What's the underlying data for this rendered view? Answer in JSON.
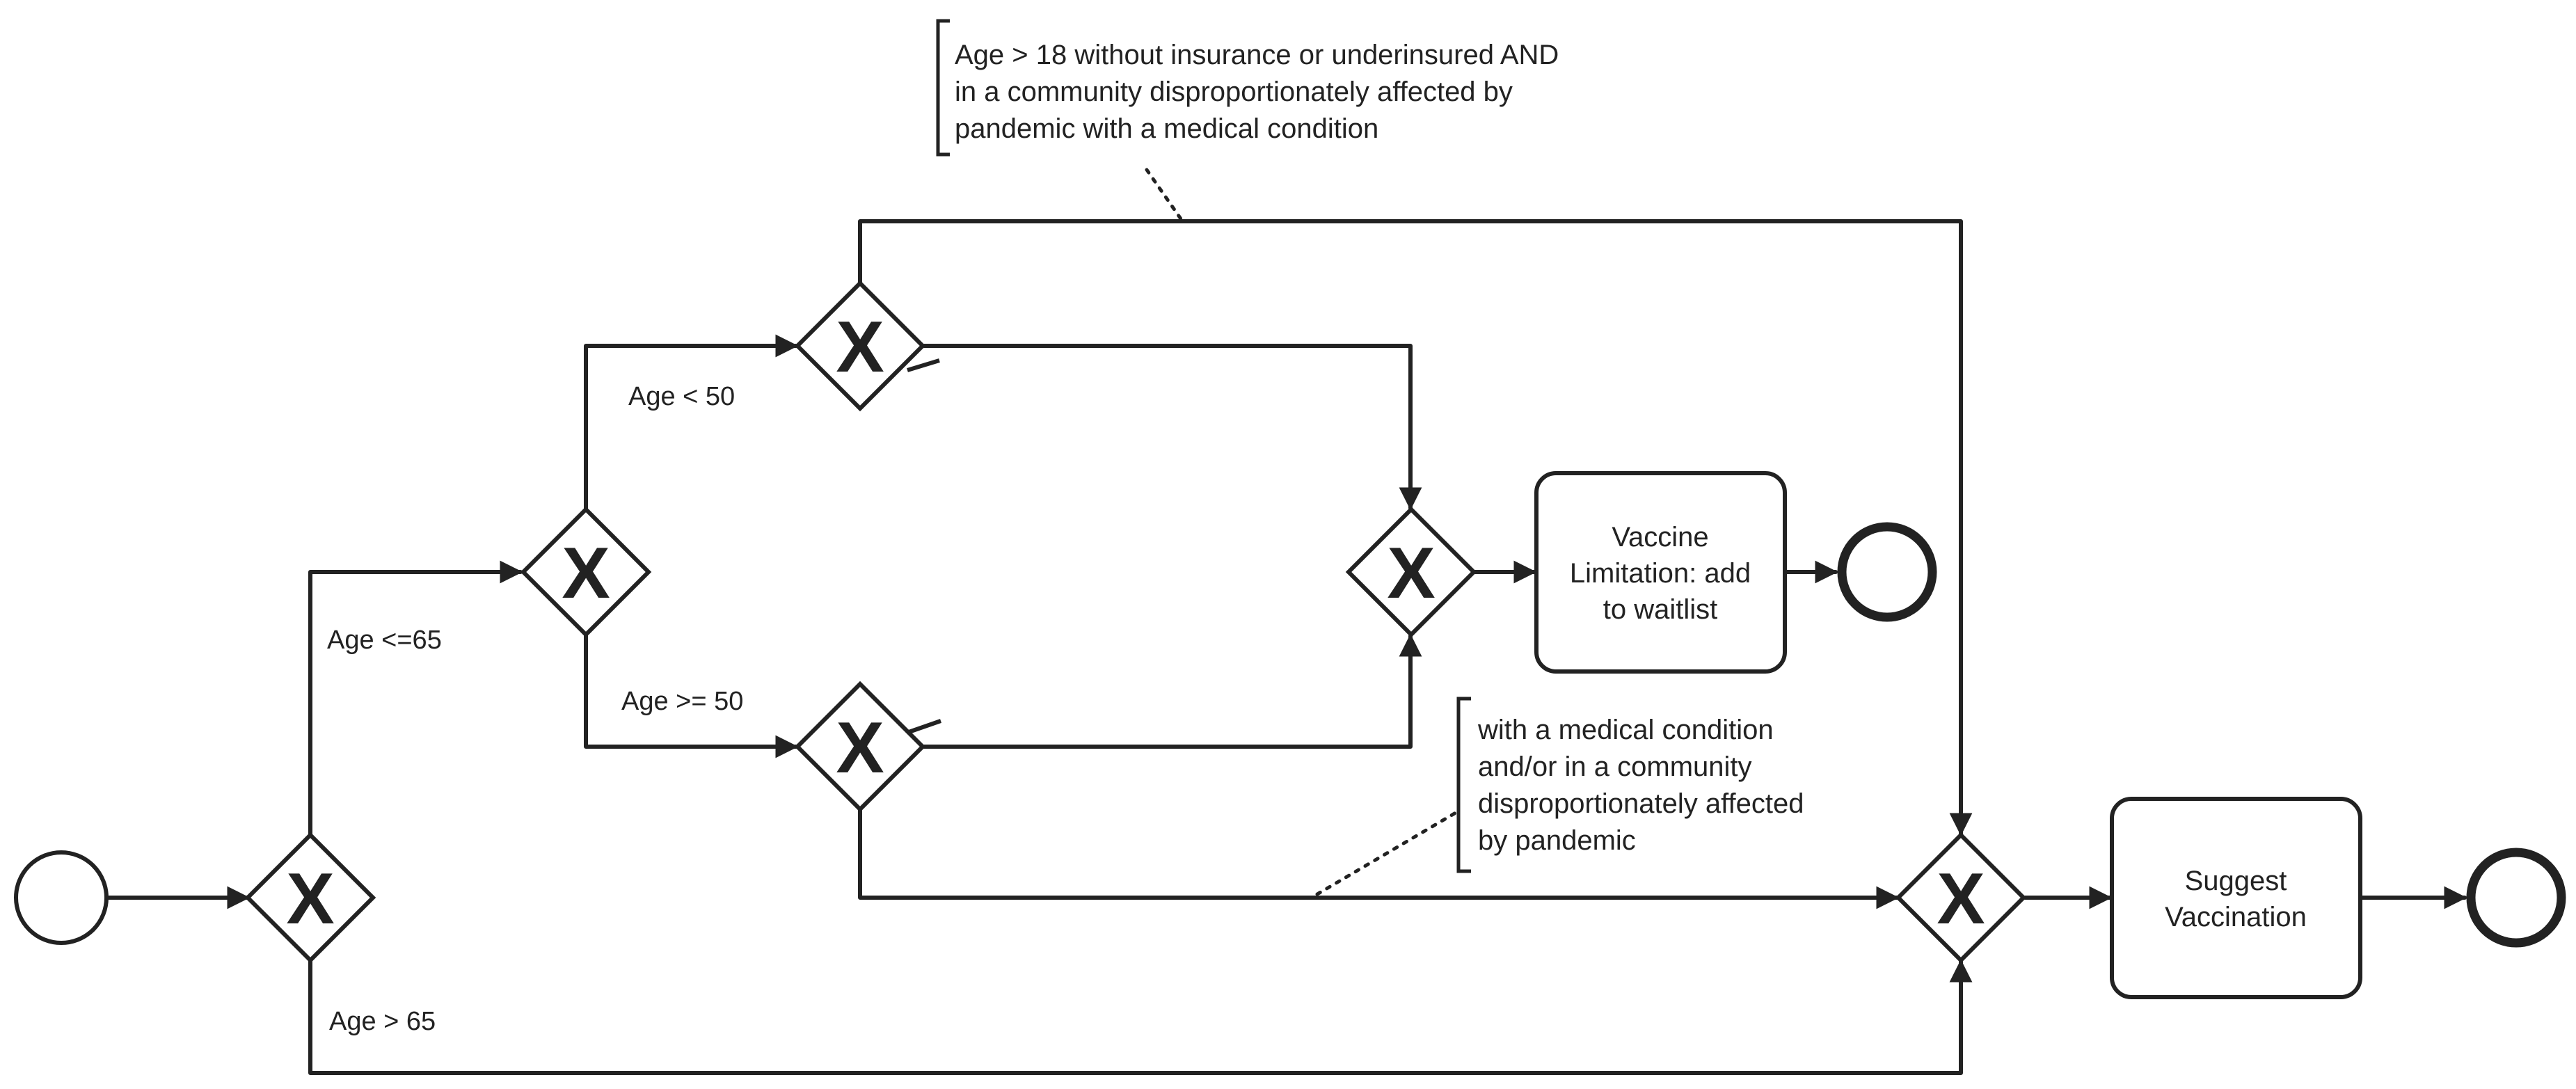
{
  "gateway_symbol": "X",
  "flow_labels": {
    "age_le_65": "Age <=65",
    "age_gt_65": "Age > 65",
    "age_lt_50": "Age < 50",
    "age_ge_50": "Age >= 50"
  },
  "tasks": {
    "waitlist": [
      "Vaccine",
      "Limitation: add",
      "to waitlist"
    ],
    "suggest": [
      "Suggest",
      "Vaccination"
    ]
  },
  "annotations": {
    "top": [
      "Age > 18 without insurance or underinsured AND",
      "in a community disproportionately affected by",
      "pandemic with a medical condition"
    ],
    "middle": [
      "with a medical condition",
      "and/or in a community",
      "disproportionately affected",
      "by pandemic"
    ]
  },
  "colors": {
    "stroke": "#222222",
    "background": "#ffffff"
  }
}
